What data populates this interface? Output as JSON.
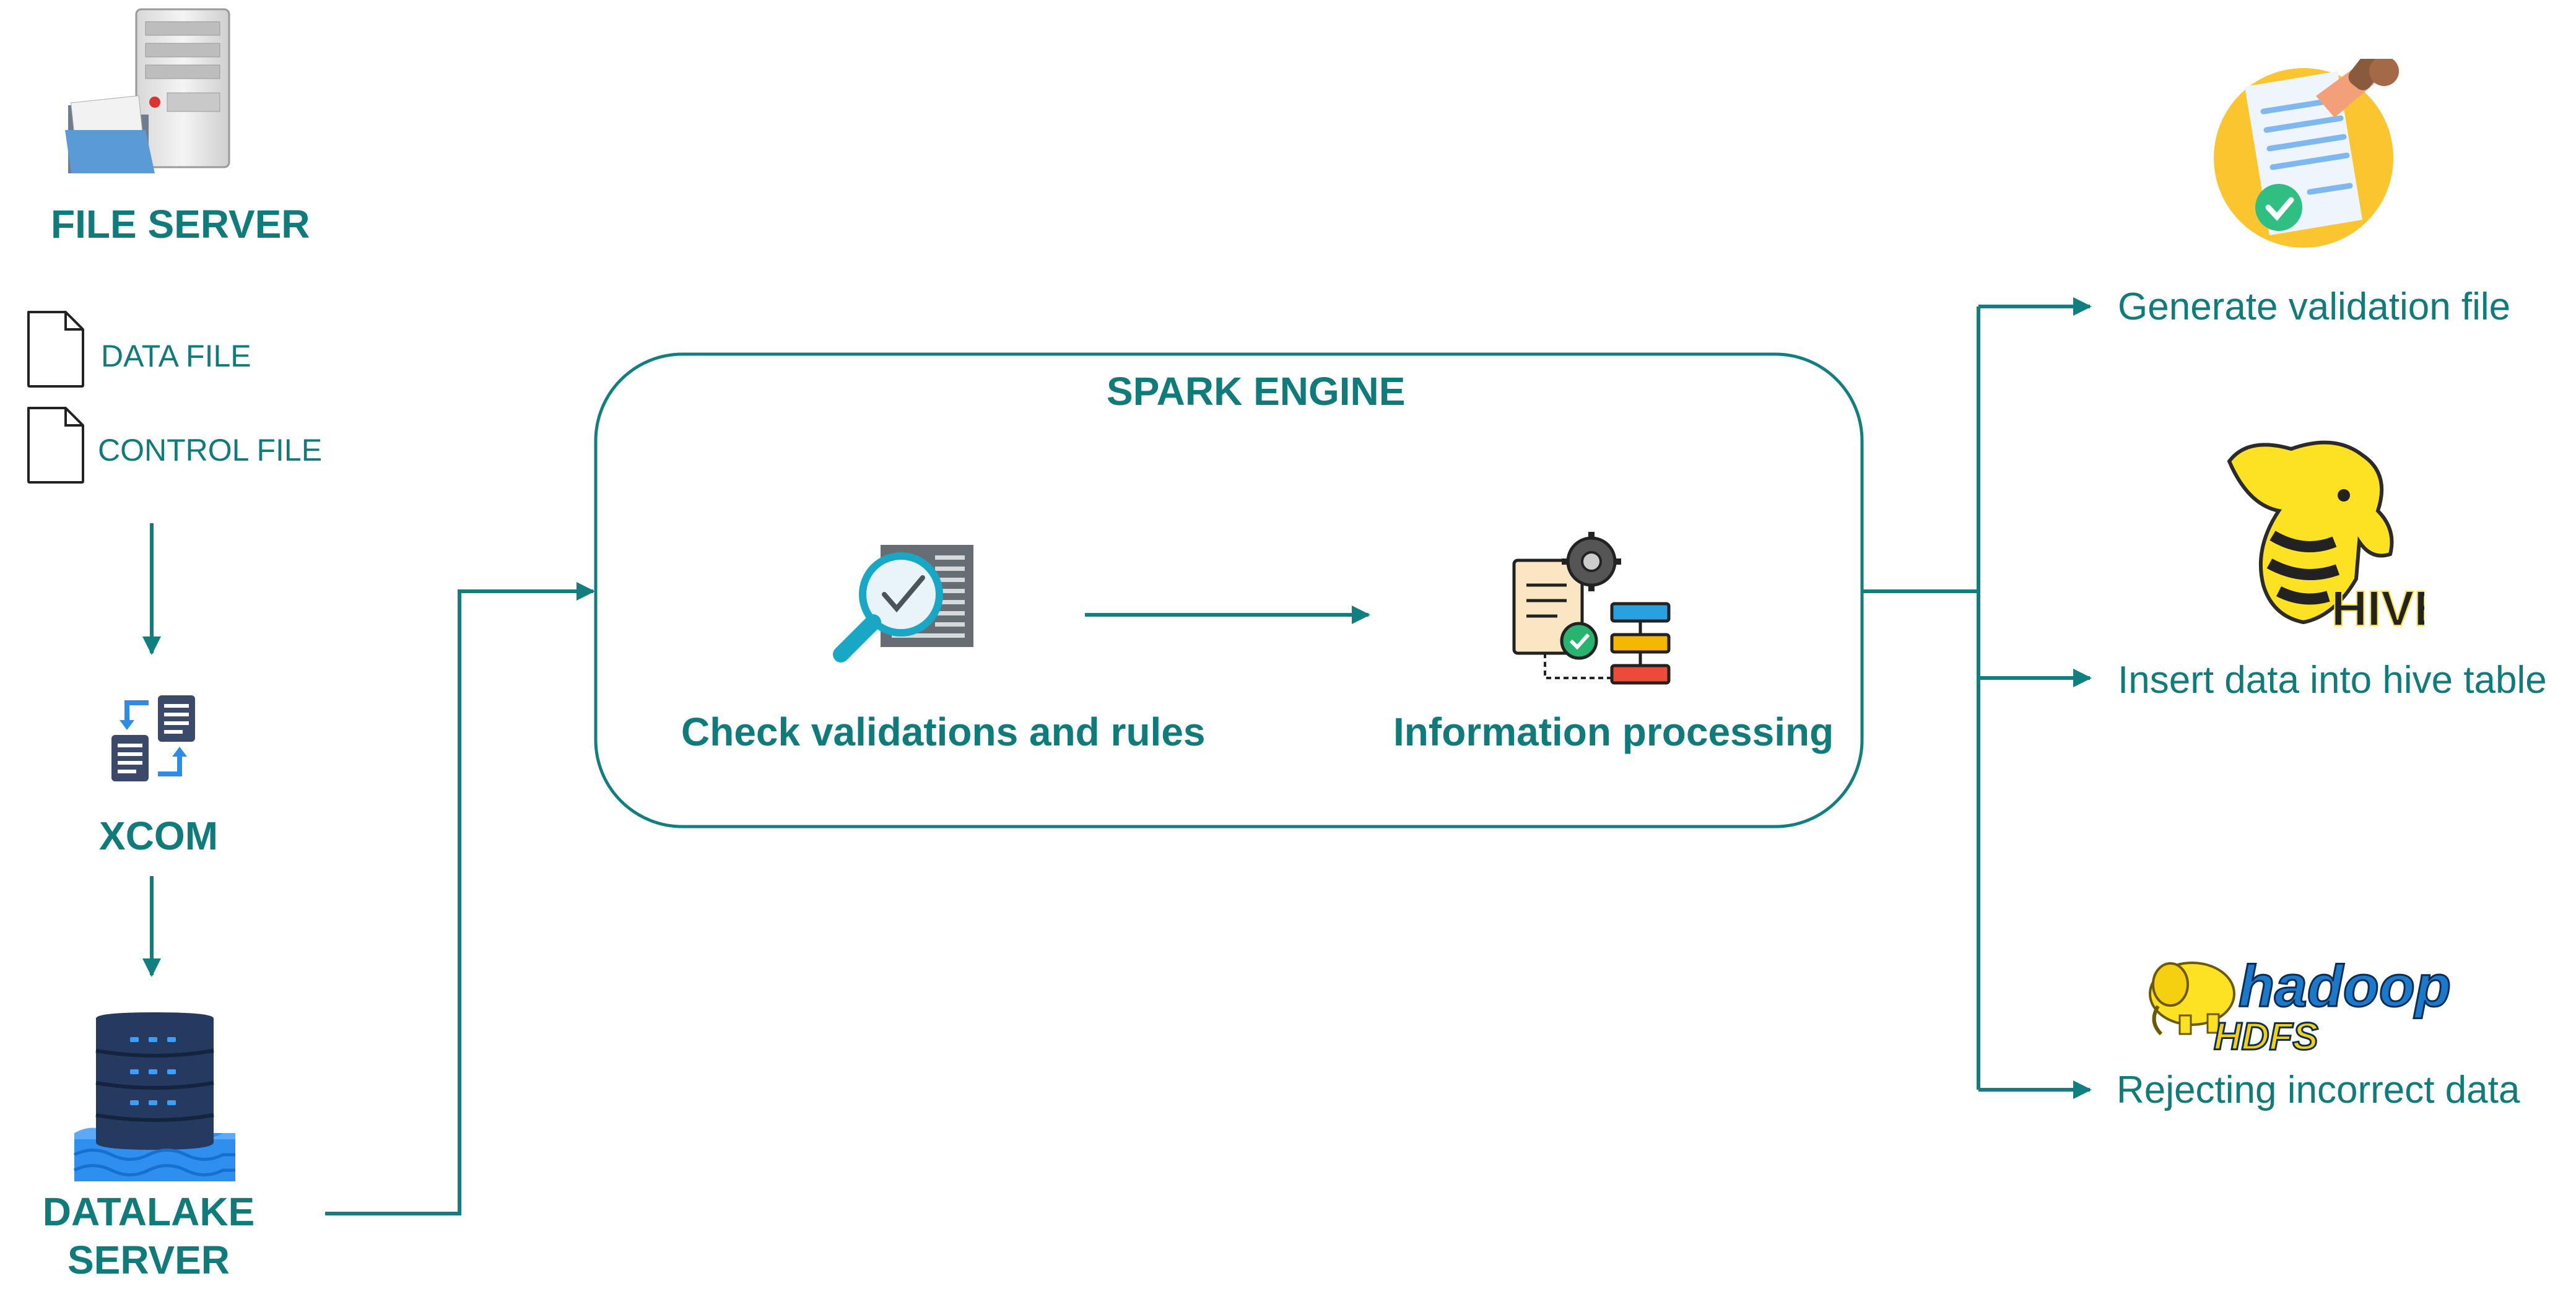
{
  "colors": {
    "accent": "#0f7b7b",
    "wire": "#117f7f"
  },
  "left": {
    "file_server": {
      "title": "FILE SERVER",
      "icon": "server-icon"
    },
    "files": [
      {
        "label": "DATA FILE",
        "icon": "document-icon"
      },
      {
        "label": "CONTROL FILE",
        "icon": "document-icon"
      }
    ],
    "xcom": {
      "title": "XCOM",
      "icon": "file-transfer-icon"
    },
    "datalake": {
      "title_line1": "DATALAKE",
      "title_line2": "SERVER",
      "icon": "database-icon"
    }
  },
  "engine": {
    "title": "SPARK ENGINE",
    "steps": [
      {
        "label": "Check validations and rules",
        "icon": "magnifier-check-icon"
      },
      {
        "label": "Information processing",
        "icon": "process-flow-icon"
      }
    ]
  },
  "outputs": [
    {
      "label": "Generate validation file",
      "icon": "approved-document-icon"
    },
    {
      "label": "Insert data into hive table",
      "icon": "hive-logo-icon",
      "logo_text": "HIVE"
    },
    {
      "label": "Rejecting incorrect data",
      "icon": "hadoop-hdfs-logo-icon",
      "logo_text": "hadoop",
      "logo_subtext": "HDFS"
    }
  ]
}
